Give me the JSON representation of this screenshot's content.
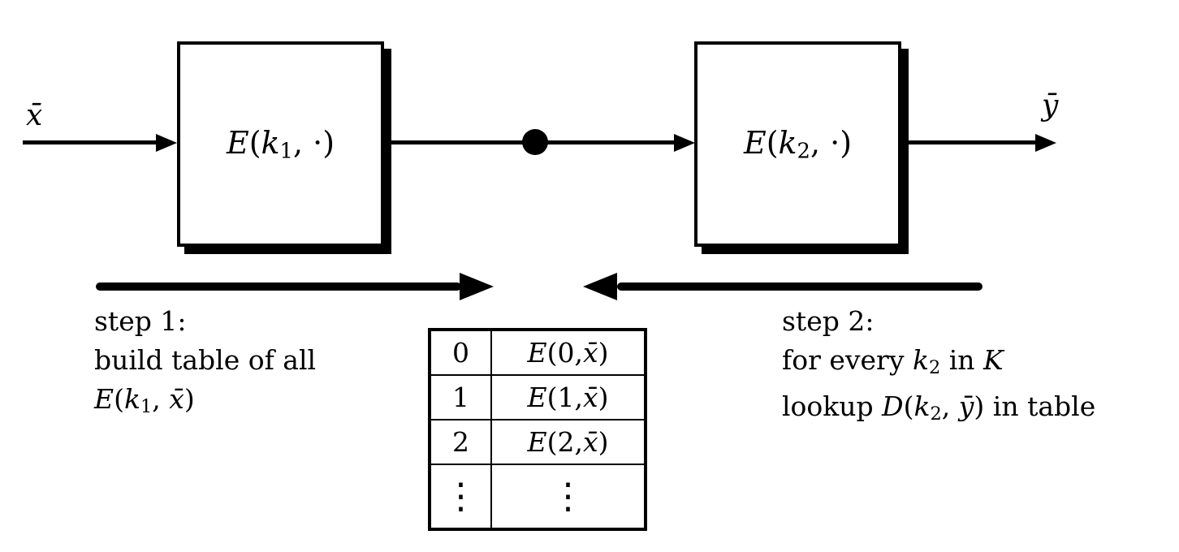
{
  "io": {
    "input_label": "x̄",
    "output_label": "ȳ"
  },
  "box1": {
    "func": "E",
    "open": "(",
    "key": "k",
    "keysub": "1",
    "tail": ", ·)"
  },
  "box2": {
    "func": "E",
    "open": "(",
    "key": "k",
    "keysub": "2",
    "tail": ", ·)"
  },
  "step1": {
    "title": "step 1:",
    "line2": "build table of all",
    "expr": {
      "func": "E",
      "open": "(",
      "key": "k",
      "keysub": "1",
      "comma": ", ",
      "arg": "x̄",
      "close": ")"
    }
  },
  "step2": {
    "title": "step 2:",
    "line2": {
      "pre": "for every ",
      "key": "k",
      "keysub": "2",
      "mid": " in ",
      "set": "K"
    },
    "line3": {
      "pre": "lookup ",
      "func": "D",
      "open": "(",
      "key": "k",
      "keysub": "2",
      "comma": ", ",
      "arg": "ȳ",
      "close": ")",
      "post": " in table"
    }
  },
  "table": {
    "rows": [
      {
        "key": "0",
        "func": "E",
        "open": "(",
        "arg": "0",
        "comma": ", ",
        "x": "x̄",
        "close": ")"
      },
      {
        "key": "1",
        "func": "E",
        "open": "(",
        "arg": "1",
        "comma": ", ",
        "x": "x̄",
        "close": ")"
      },
      {
        "key": "2",
        "func": "E",
        "open": "(",
        "arg": "2",
        "comma": ", ",
        "x": "x̄",
        "close": ")"
      },
      {
        "key": "⋮",
        "dots": "⋮"
      }
    ]
  },
  "colors": {
    "ink": "#000000",
    "paper": "#ffffff"
  }
}
